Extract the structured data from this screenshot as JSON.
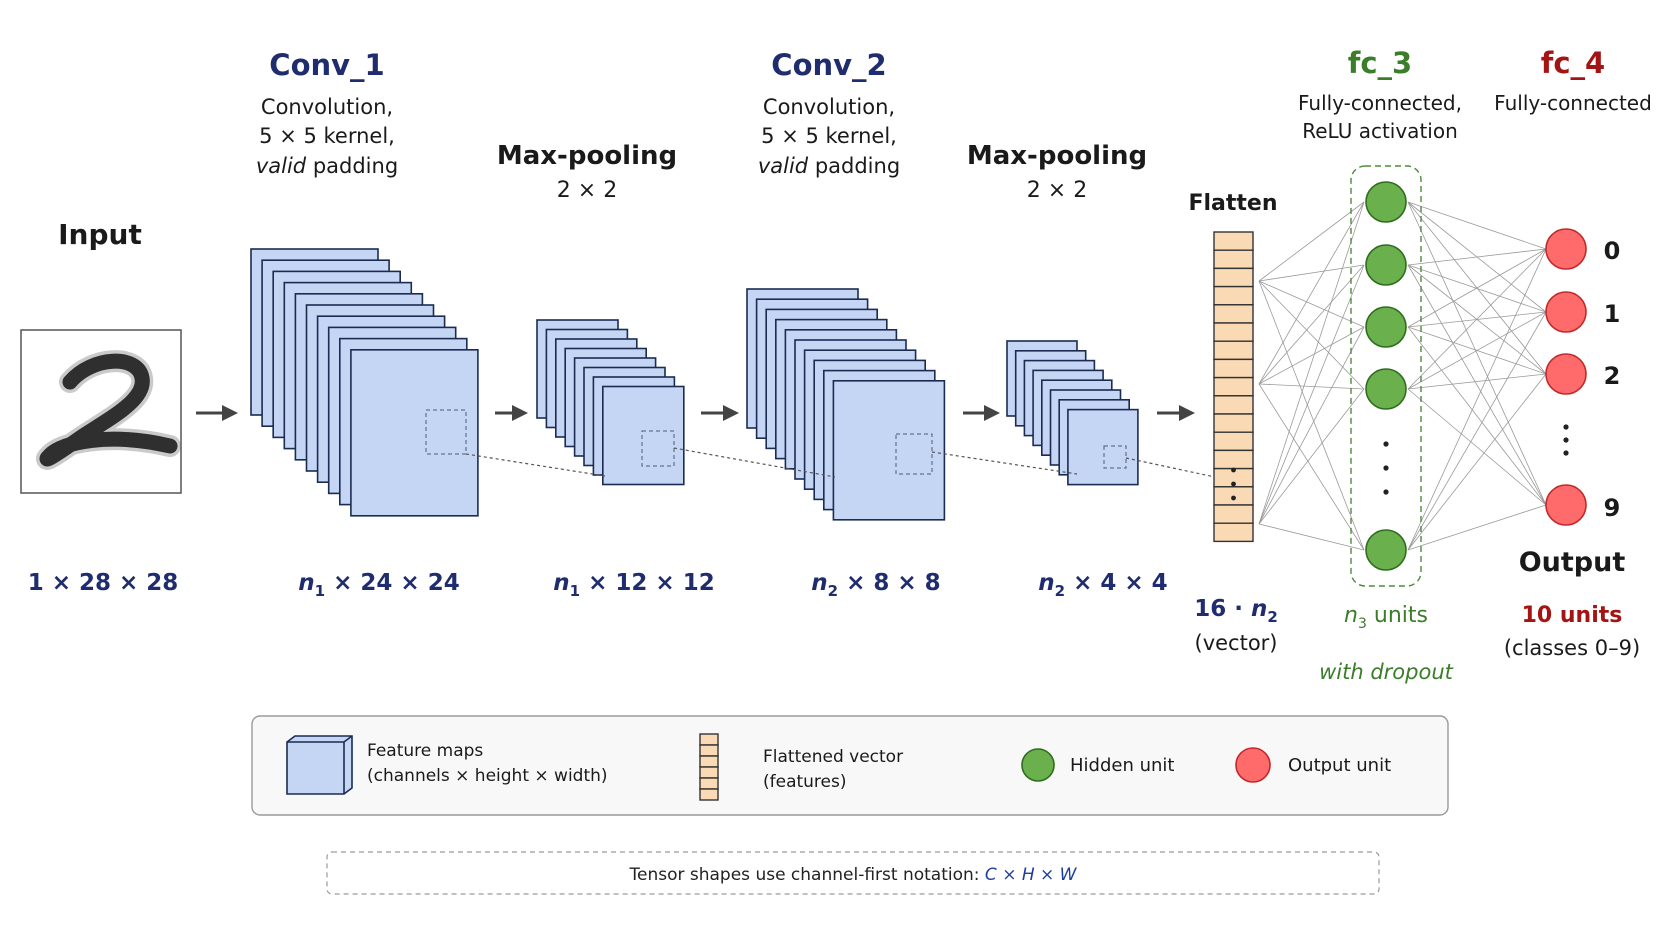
{
  "input": {
    "title": "Input",
    "shape": "1 × 28 × 28"
  },
  "conv1": {
    "title": "Conv_1",
    "desc_line1": "Convolution,",
    "desc_line2": "5 × 5 kernel,",
    "desc_italic": "valid",
    "desc_rest": " padding",
    "shape_var": "n",
    "shape_sub": "1",
    "shape_rest": " × 24 × 24"
  },
  "pool1": {
    "title": "Max-pooling",
    "size": "2 × 2",
    "shape_var": "n",
    "shape_sub": "1",
    "shape_rest": " × 12 × 12"
  },
  "conv2": {
    "title": "Conv_2",
    "desc_line1": "Convolution,",
    "desc_line2": "5 × 5 kernel,",
    "desc_italic": "valid",
    "desc_rest": " padding",
    "shape_var": "n",
    "shape_sub": "2",
    "shape_rest": " × 8 × 8"
  },
  "pool2": {
    "title": "Max-pooling",
    "size": "2 × 2",
    "shape_var": "n",
    "shape_sub": "2",
    "shape_rest": " × 4 × 4"
  },
  "flatten": {
    "title": "Flatten",
    "size_prefix": "16 · ",
    "size_var": "n",
    "size_sub": "2",
    "note": "(vector)"
  },
  "fc3": {
    "title": "fc_3",
    "desc_line1": "Fully-connected,",
    "desc_line2": "ReLU activation",
    "units_var": "n",
    "units_sub": "3",
    "units_rest": " units",
    "dropout": "with dropout"
  },
  "fc4": {
    "title": "fc_4",
    "desc": "Fully-connected",
    "labels": [
      "0",
      "1",
      "2",
      "9"
    ],
    "output_title": "Output",
    "units": "10 units",
    "classes": "(classes 0–9)"
  },
  "legend": {
    "feature_maps_line1": "Feature maps",
    "feature_maps_line2": "(channels × height × width)",
    "flattened_line1": "Flattened vector",
    "flattened_line2": "(features)",
    "hidden": "Hidden unit",
    "output": "Output unit"
  },
  "note": {
    "text": "Tensor shapes use channel-first notation: ",
    "formula": "C × H × W"
  },
  "colors": {
    "feature_map_fill": "#c5d5f4",
    "hidden_unit": "#6ab04c",
    "output_unit": "#ff6b6b",
    "flatten_cell": "#fad9b5",
    "title_navy": "#1f2d6e",
    "title_green": "#3c7d2a",
    "title_red": "#a31515"
  }
}
